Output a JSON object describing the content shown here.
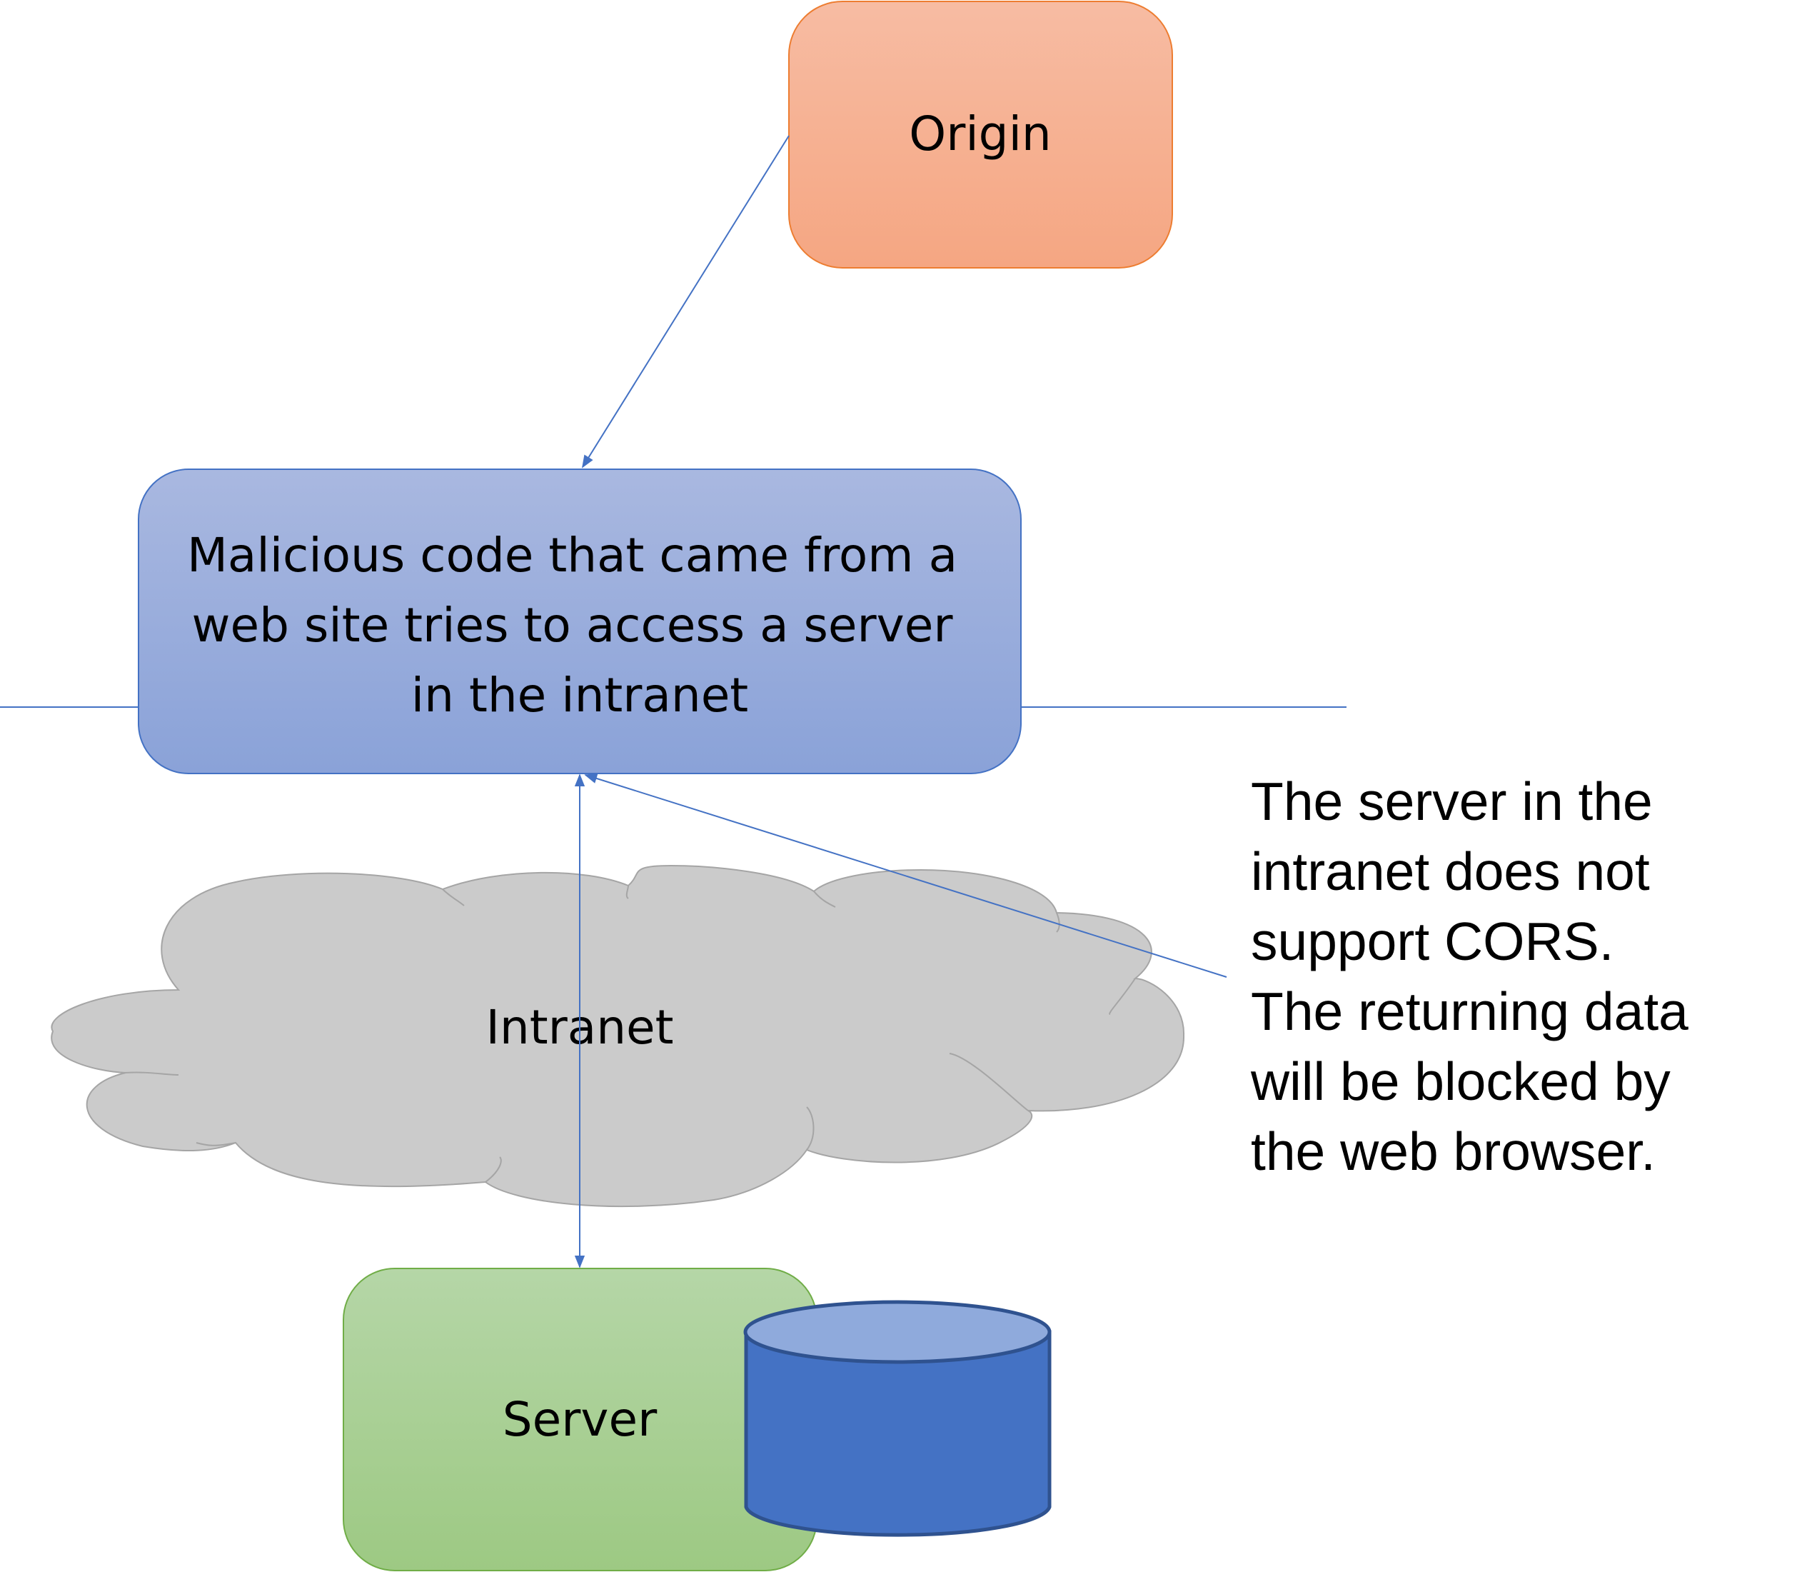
{
  "nodes": {
    "origin": {
      "label": "Origin",
      "fill_top": "#f7bca3",
      "fill_bottom": "#f5a682",
      "stroke": "#ed7d31"
    },
    "malicious": {
      "lines": [
        "Malicious code that came from a",
        "web site tries to access a server",
        "in the intranet"
      ],
      "fill_top": "#a9b8e0",
      "fill_bottom": "#8aa2d8",
      "stroke": "#4472c4"
    },
    "intranet": {
      "label": "Intranet",
      "fill": "#cbcbcb",
      "stroke": "#a5a5a5"
    },
    "server": {
      "label": "Server",
      "fill_top": "#b5d6a7",
      "fill_bottom": "#9dc983",
      "stroke": "#70ad47"
    },
    "database": {
      "top_fill": "#8faadc",
      "body_fill": "#4472c4",
      "stroke": "#2f528f"
    }
  },
  "annotation": {
    "lines": [
      "The server in the",
      "intranet does not",
      "support CORS.",
      "The returning data",
      "will be blocked by",
      "the web browser."
    ]
  },
  "connector_color": "#4472c4"
}
